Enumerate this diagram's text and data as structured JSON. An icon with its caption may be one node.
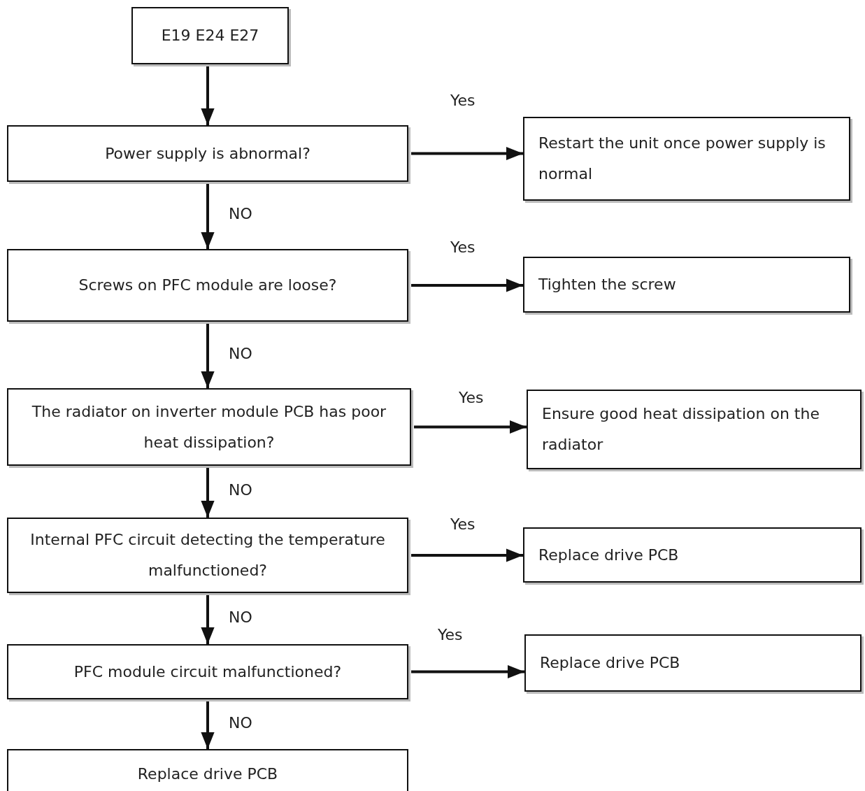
{
  "diagram": {
    "nodes": [
      {
        "text": [
          "E19 E24 E27"
        ]
      },
      {
        "text": [
          "Power supply is abnormal?"
        ]
      },
      {
        "text": [
          "Restart the unit once power supply is normal"
        ]
      },
      {
        "text": [
          "Screws on PFC module are loose?"
        ]
      },
      {
        "text": [
          "Tighten the screw"
        ]
      },
      {
        "text": [
          "The radiator on inverter module PCB has poor heat dissipation?"
        ]
      },
      {
        "text": [
          "Ensure good heat dissipation on the radiator"
        ]
      },
      {
        "text": [
          "Internal PFC circuit detecting the temperature malfunctioned?"
        ]
      },
      {
        "text": [
          "Replace drive PCB"
        ]
      },
      {
        "text": [
          "PFC module circuit malfunctioned?"
        ]
      },
      {
        "text": [
          "Replace drive PCB"
        ]
      },
      {
        "text": [
          "Replace drive PCB"
        ]
      }
    ],
    "edges": [
      {
        "from": 0,
        "to": 1,
        "arrow": "to"
      },
      {
        "from": 1,
        "to": 2,
        "arrow": "to",
        "label": "Yes"
      },
      {
        "from": 1,
        "to": 3,
        "arrow": "to",
        "label": "NO"
      },
      {
        "from": 3,
        "to": 4,
        "arrow": "to",
        "label": "Yes"
      },
      {
        "from": 3,
        "to": 5,
        "arrow": "to",
        "label": "NO"
      },
      {
        "from": 5,
        "to": 6,
        "arrow": "to",
        "label": "Yes"
      },
      {
        "from": 5,
        "to": 7,
        "arrow": "to",
        "label": "NO"
      },
      {
        "from": 7,
        "to": 8,
        "arrow": "to",
        "label": "Yes"
      },
      {
        "from": 7,
        "to": 9,
        "arrow": "to",
        "label": "NO"
      },
      {
        "from": 9,
        "to": 10,
        "arrow": "to",
        "label": "Yes"
      },
      {
        "from": 9,
        "to": 11,
        "arrow": "to",
        "label": "NO"
      }
    ]
  }
}
